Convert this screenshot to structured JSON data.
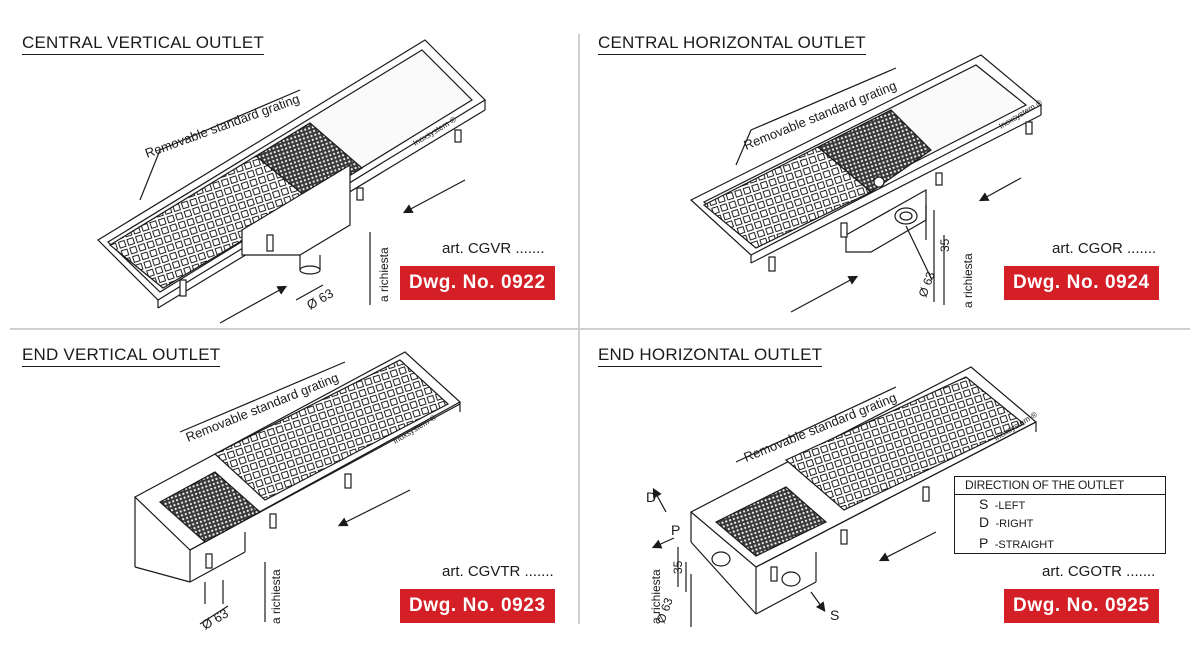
{
  "panels": [
    {
      "title": "CENTRAL VERTICAL OUTLET",
      "grating_label": "Removable standard grating",
      "brand": "Inoxsystem ®",
      "art": "art. CGVR .......",
      "dwg": "Dwg. No.  0922",
      "dims": [
        "Ø 63",
        "a richiesta"
      ]
    },
    {
      "title": "CENTRAL HORIZONTAL OUTLET",
      "grating_label": "Removable standard grating",
      "brand": "Inoxsystem ®",
      "art": "art. CGOR .......",
      "dwg": "Dwg. No.  0924",
      "dims": [
        "Ø 63",
        "35",
        "a richiesta"
      ]
    },
    {
      "title": "END VERTICAL OUTLET",
      "grating_label": "Removable standard grating",
      "brand": "Inoxsystem ®",
      "art": "art. CGVTR .......",
      "dwg": "Dwg. No.  0923",
      "dims": [
        "Ø 63",
        "a richiesta"
      ]
    },
    {
      "title": "END HORIZONTAL OUTLET",
      "grating_label": "Removable standard grating",
      "brand": "Inoxsystem ®",
      "art": "art. CGOTR .......",
      "dwg": "Dwg. No.  0925",
      "dims": [
        "Ø 63",
        "35",
        "a richiesta"
      ],
      "direction_markers": [
        "D",
        "P",
        "S"
      ]
    }
  ],
  "legend": {
    "title": "DIRECTION OF THE OUTLET",
    "rows": [
      {
        "code": "S",
        "desc": "-LEFT"
      },
      {
        "code": "D",
        "desc": "-RIGHT"
      },
      {
        "code": "P",
        "desc": "-STRAIGHT"
      }
    ]
  },
  "colors": {
    "badge": "#d41f26",
    "line": "#1a1a1a",
    "divider": "#cfcfcf"
  }
}
